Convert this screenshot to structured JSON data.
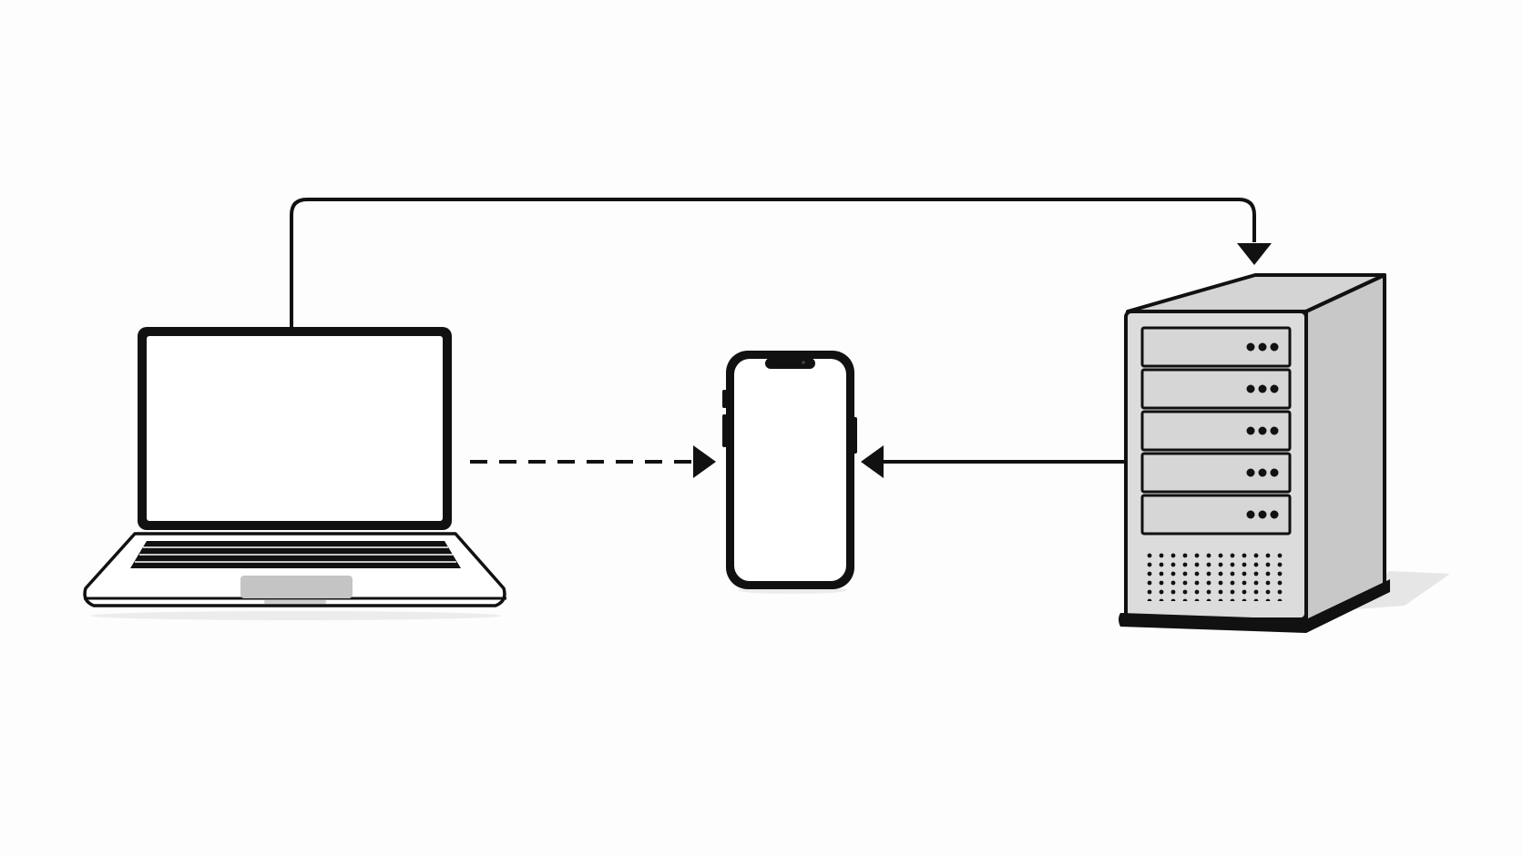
{
  "diagram": {
    "nodes": [
      {
        "id": "laptop",
        "icon": "laptop-icon"
      },
      {
        "id": "phone",
        "icon": "smartphone-icon"
      },
      {
        "id": "server",
        "icon": "server-tower-icon"
      }
    ],
    "edges": [
      {
        "from": "laptop",
        "to": "server",
        "style": "solid",
        "route": "over-top"
      },
      {
        "from": "laptop",
        "to": "phone",
        "style": "dashed"
      },
      {
        "from": "server",
        "to": "phone",
        "style": "solid"
      }
    ],
    "server_drive_bays": 5,
    "colors": {
      "background": "#fdfdfd",
      "stroke": "#111111",
      "device_fill": "#ffffff",
      "server_front": "#dcdcdc",
      "server_side": "#c8c8c8",
      "server_top": "#d4d4d4",
      "trackpad": "#c4c4c4",
      "shadow": "#e6e6e6"
    }
  }
}
